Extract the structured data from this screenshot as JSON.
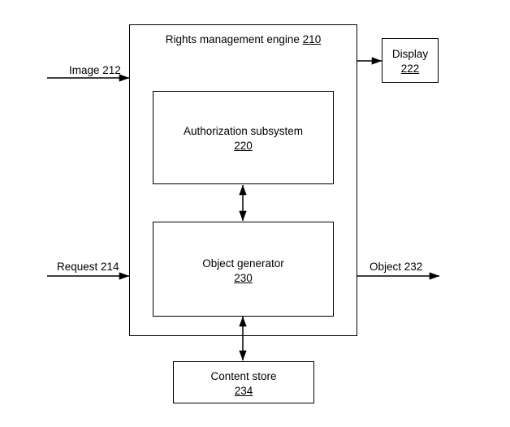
{
  "diagram": {
    "figure_type": "patent-block-diagram",
    "stroke_color": "#000000",
    "background_color": "#ffffff",
    "engine": {
      "title_text": "Rights management engine",
      "title_ref": "210"
    },
    "blocks": {
      "authorization_subsystem": {
        "name": "Authorization subsystem",
        "ref": "220"
      },
      "object_generator": {
        "name": "Object generator",
        "ref": "230"
      },
      "display": {
        "name": "Display",
        "ref": "222"
      },
      "content_store": {
        "name": "Content store",
        "ref": "234"
      }
    },
    "edges": {
      "image_input": "Image 212",
      "request_input": "Request 214",
      "object_output": "Object 232"
    }
  }
}
